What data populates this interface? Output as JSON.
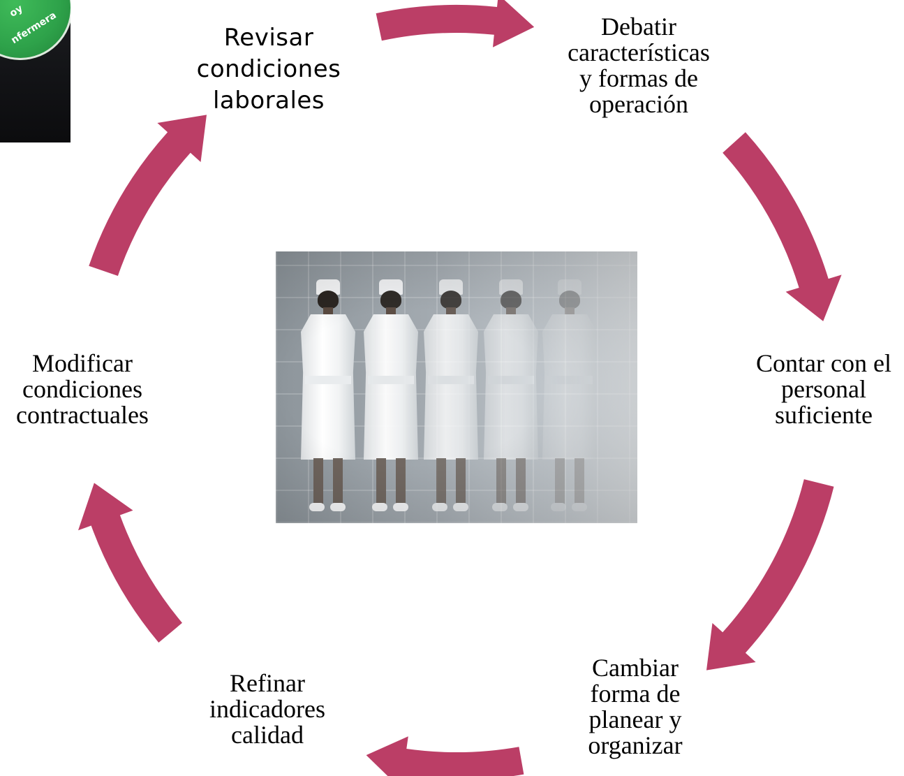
{
  "diagram": {
    "type": "cycle",
    "arrow_color": "#bb3e66",
    "nodes": [
      {
        "id": "revisar",
        "lines": [
          "Revisar",
          "condiciones",
          "laborales"
        ]
      },
      {
        "id": "debatir",
        "lines": [
          "Debatir",
          "características",
          "y formas de",
          "operación"
        ]
      },
      {
        "id": "contar",
        "lines": [
          "Contar con el",
          "personal",
          "suficiente"
        ]
      },
      {
        "id": "cambiar",
        "lines": [
          "Cambiar",
          "forma de",
          "planear y",
          "organizar"
        ]
      },
      {
        "id": "refinar",
        "lines": [
          "Refinar",
          "indicadores",
          "calidad"
        ]
      },
      {
        "id": "modificar",
        "lines": [
          "Modificar",
          "condiciones",
          "contractuales"
        ]
      }
    ]
  },
  "images": {
    "center_photo": {
      "subject": "nurses-in-white-uniforms-fading"
    },
    "corner_photo": {
      "subject": "green-badge-on-dark-uniform",
      "badge_text": [
        "oy",
        "nfermera"
      ]
    }
  }
}
